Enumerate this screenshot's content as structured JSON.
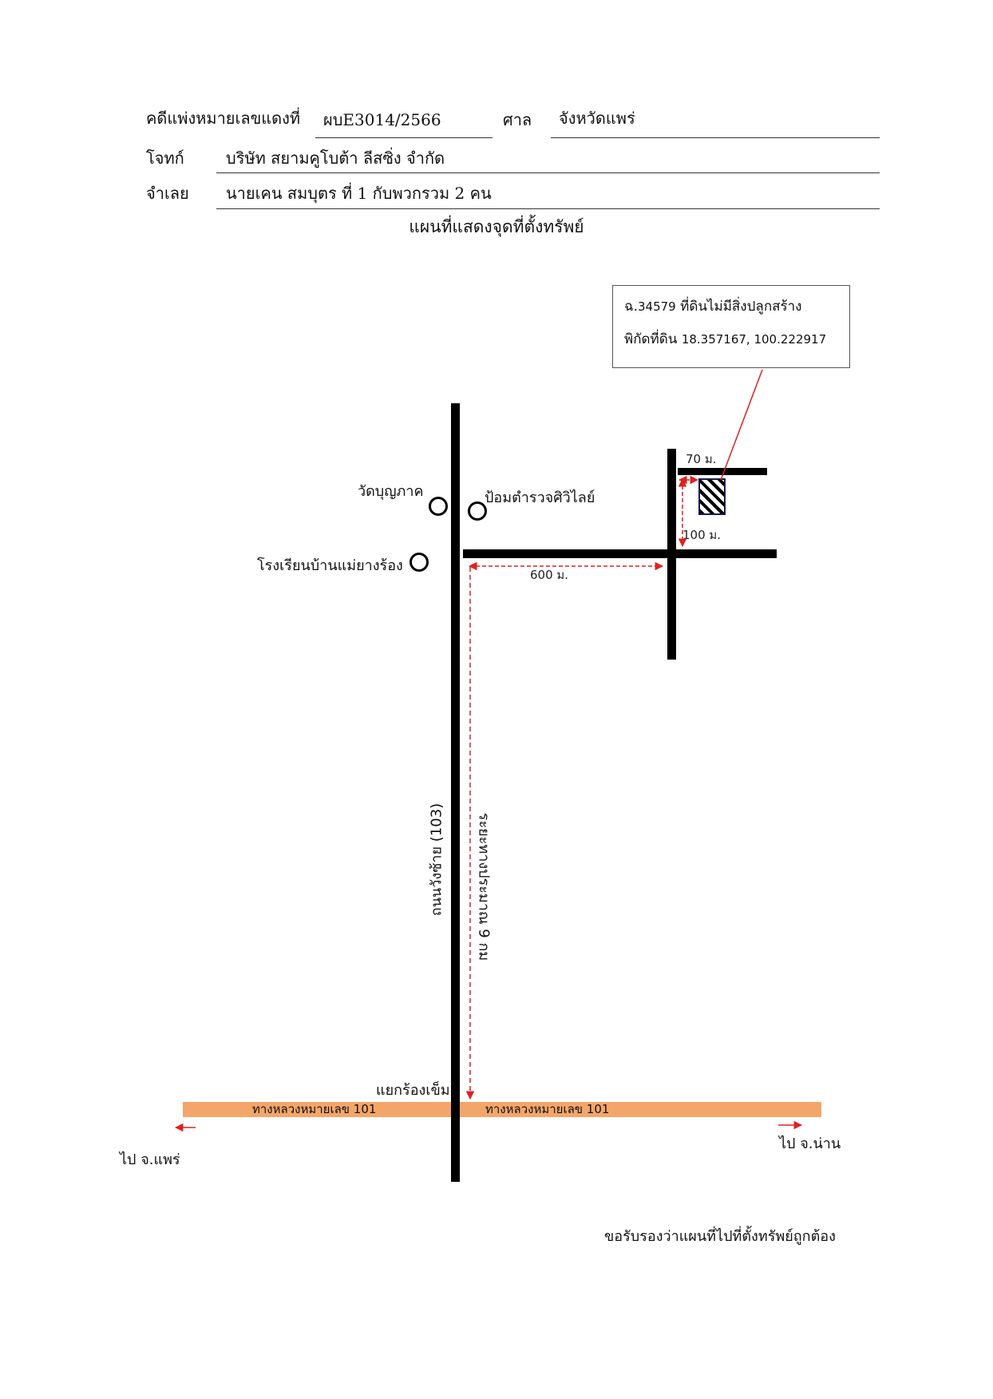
{
  "header": {
    "case_label": "คดีแพ่งหมายเลขแดงที่",
    "case_number": "ผบE3014/2566",
    "court_label": "ศาล",
    "court_name": "จังหวัดแพร่",
    "plaintiff_label": "โจทก์",
    "plaintiff_name": "บริษัท สยามคูโบต้า ลีสซิ่ง จำกัด",
    "defendant_label": "จำเลย",
    "defendant_name": "นายเคน สมบุตร  ที่ 1 กับพวกรวม 2 คน"
  },
  "map_title": "แผนที่แสดงจุดที่ตั้งทรัพย์",
  "info_box": {
    "deed_prefix": "ฉ.",
    "deed_number": "34579",
    "deed_desc": " ที่ดินไม่มีสิ่งปลูกสร้าง",
    "coord_label": "พิกัดที่ดิน ",
    "coords": "18.357167, 100.222917"
  },
  "landmarks": {
    "temple": "วัดบุญภาค",
    "police": "ป้อมตำรวจศิวิไลย์",
    "school": "โรงเรียนบ้านแม่ยางร้อง"
  },
  "distances": {
    "d70": "70 ม.",
    "d100": "100 ม.",
    "d600": "600 ม.",
    "d9km": "ระยะทางประมาณ 9 กม"
  },
  "road_names": {
    "main_road": "ถนนวังซ้าย (103)",
    "junction": "แยกร้องเข็ม",
    "highway_left": "ทางหลวงหมายเลข 101",
    "highway_right": "ทางหลวงหมายเลข 101",
    "to_left": "ไป จ.แพร่",
    "to_right": "ไป จ.น่าน"
  },
  "certification": "ขอรับรองว่าแผนที่ไปที่ตั้งทรัพย์ถูกต้อง",
  "colors": {
    "highway": "#f4a66a",
    "dimension_arrow": "#e02020",
    "road": "#000000"
  }
}
